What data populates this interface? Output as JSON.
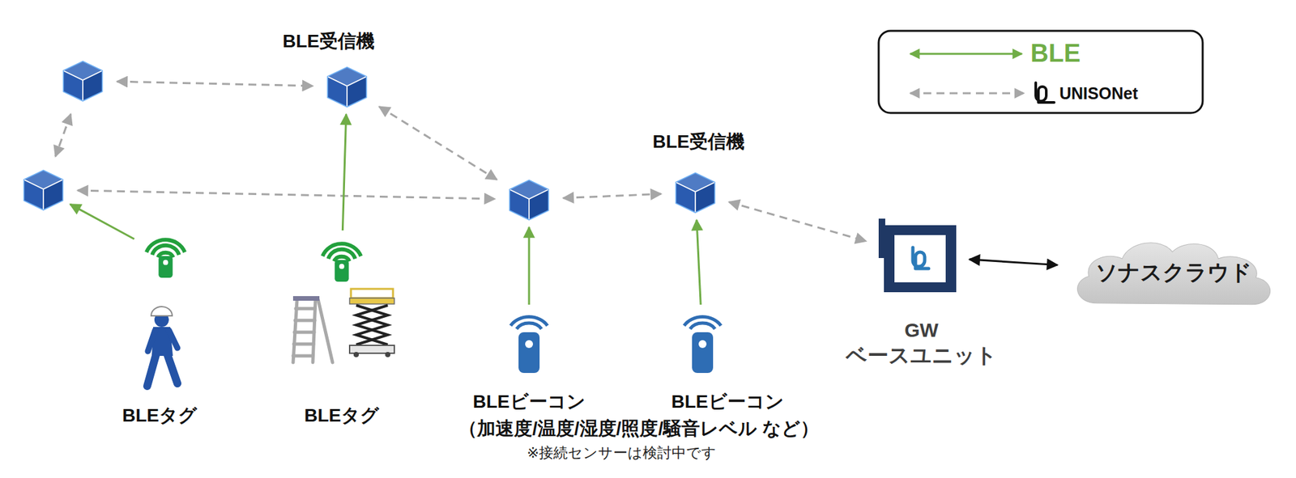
{
  "diagram": {
    "nodes": [
      {
        "text": []
      },
      {
        "text": [
          "BLE受信機"
        ]
      },
      {
        "text": []
      },
      {
        "text": []
      },
      {
        "text": [
          "BLE受信機"
        ]
      },
      {
        "text": [
          "BLEタグ"
        ]
      },
      {
        "text": [
          "BLEタグ"
        ]
      },
      {
        "text": [
          "BLEビーコン"
        ]
      },
      {
        "text": [
          "BLEビーコン"
        ]
      },
      {
        "text": [
          "GW",
          "ベースユニット"
        ]
      },
      {
        "text": [
          "ソナスクラウド"
        ]
      }
    ],
    "edges": [
      {
        "from": 0,
        "to": 1,
        "arrow": "both"
      },
      {
        "from": 0,
        "to": 2,
        "arrow": "both"
      },
      {
        "from": 2,
        "to": 3,
        "arrow": "both"
      },
      {
        "from": 1,
        "to": 3,
        "arrow": "both"
      },
      {
        "from": 3,
        "to": 4,
        "arrow": "both"
      },
      {
        "from": 4,
        "to": 9,
        "arrow": "both"
      },
      {
        "from": 5,
        "to": 2,
        "arrow": "to"
      },
      {
        "from": 6,
        "to": 1,
        "arrow": "to"
      },
      {
        "from": 7,
        "to": 3,
        "arrow": "to"
      },
      {
        "from": 8,
        "to": 4,
        "arrow": "to"
      },
      {
        "from": 9,
        "to": 10,
        "arrow": "both"
      }
    ],
    "labels": [
      "（加速度/温度/湿度/照度/騒音レベル など）",
      "※接続センサーは検討中です"
    ],
    "legend": [
      {
        "text": "BLE"
      },
      {
        "text": "UNISONet"
      }
    ]
  }
}
